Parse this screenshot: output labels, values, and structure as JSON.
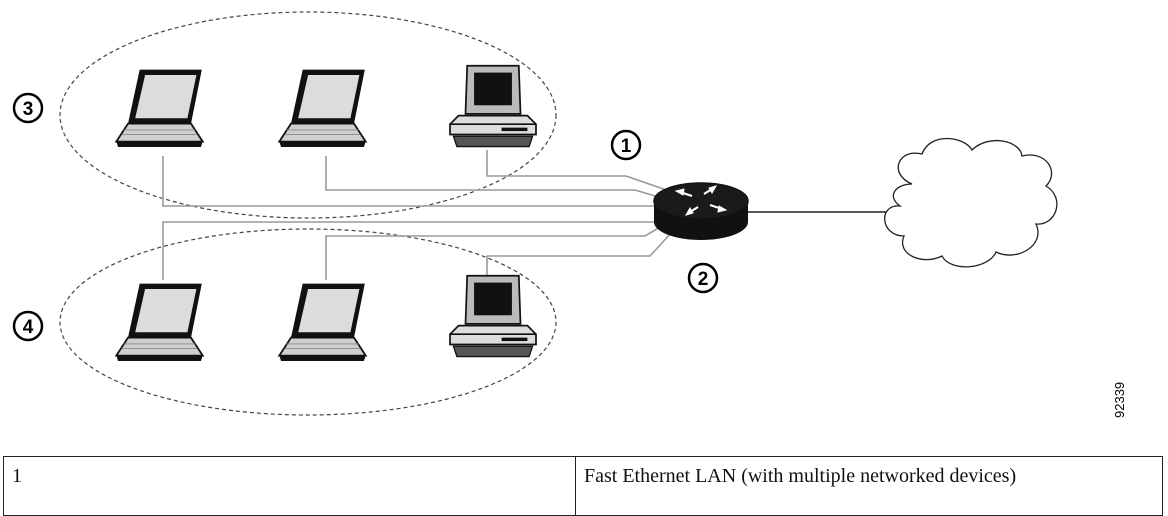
{
  "diagram": {
    "callouts": [
      "1",
      "2",
      "3",
      "4"
    ],
    "figure_id": "92339"
  },
  "legend": {
    "rows": [
      {
        "number": "1",
        "description": "Fast Ethernet LAN (with multiple networked devices)"
      }
    ]
  }
}
